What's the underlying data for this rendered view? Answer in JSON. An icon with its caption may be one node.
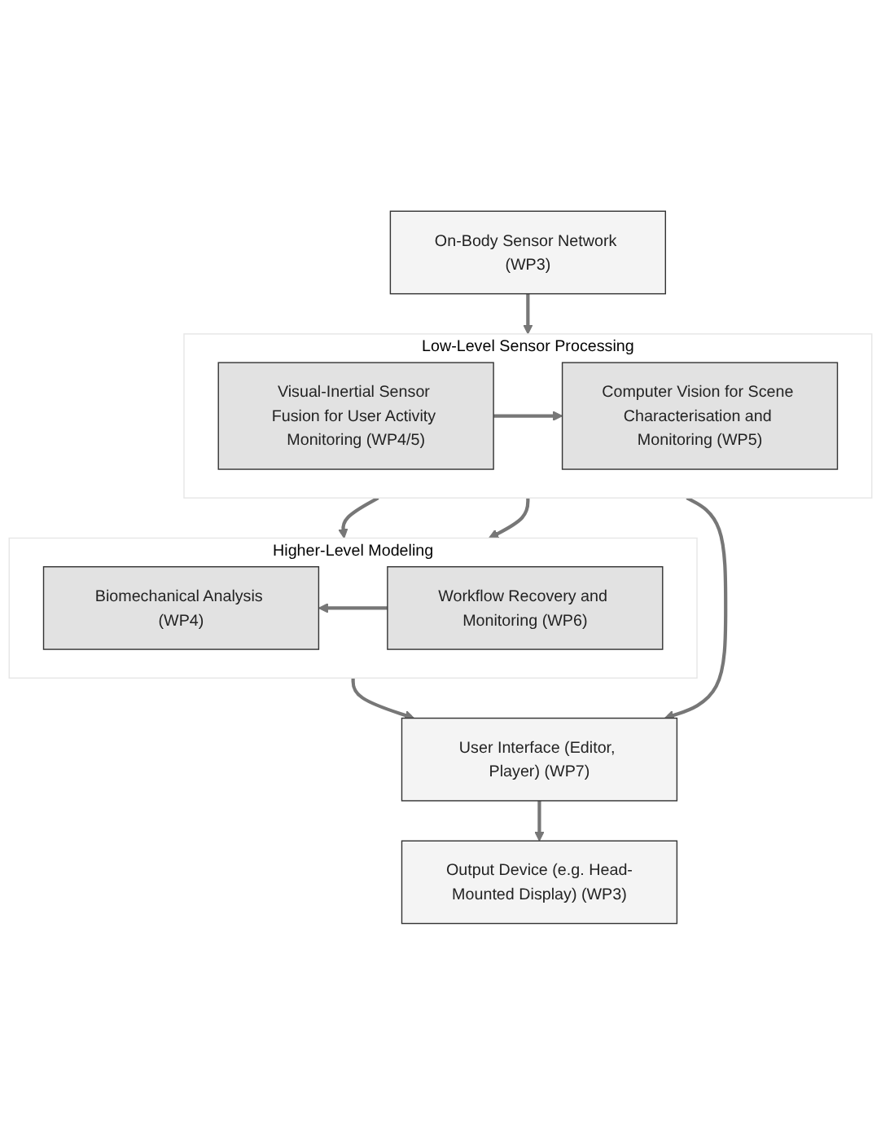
{
  "diagram": {
    "nodes": [
      {
        "text": [
          "On-Body Sensor Network (WP3)"
        ]
      },
      {
        "text": [
          "Low-Level Sensor Processing"
        ]
      },
      {
        "text": [
          "Visual-Inertial Sensor Fusion for User Activity Monitoring (WP4/5)"
        ],
        "in": 1
      },
      {
        "text": [
          "Computer Vision for Scene Characterisation and Monitoring (WP5)"
        ],
        "in": 1
      },
      {
        "text": [
          "Higher-Level Modeling"
        ]
      },
      {
        "text": [
          "Biomechanical Analysis (WP4)"
        ],
        "in": 4
      },
      {
        "text": [
          "Workflow Recovery and Monitoring (WP6)"
        ],
        "in": 4
      },
      {
        "text": [
          "User Interface (Editor, Player) (WP7)"
        ]
      },
      {
        "text": [
          "Output Device (e.g. Head-Mounted Display) (WP3)"
        ]
      }
    ],
    "edges": [
      {
        "from": 0,
        "to": 1,
        "arrow": "to"
      },
      {
        "from": 2,
        "to": 3,
        "arrow": "to"
      },
      {
        "from": 1,
        "to": 4,
        "arrow": "to"
      },
      {
        "from": 1,
        "to": 4,
        "arrow": "to"
      },
      {
        "from": 6,
        "to": 5,
        "arrow": "to"
      },
      {
        "from": 4,
        "to": 7,
        "arrow": "to"
      },
      {
        "from": 1,
        "to": 7,
        "arrow": "to"
      },
      {
        "from": 7,
        "to": 8,
        "arrow": "to"
      }
    ]
  }
}
